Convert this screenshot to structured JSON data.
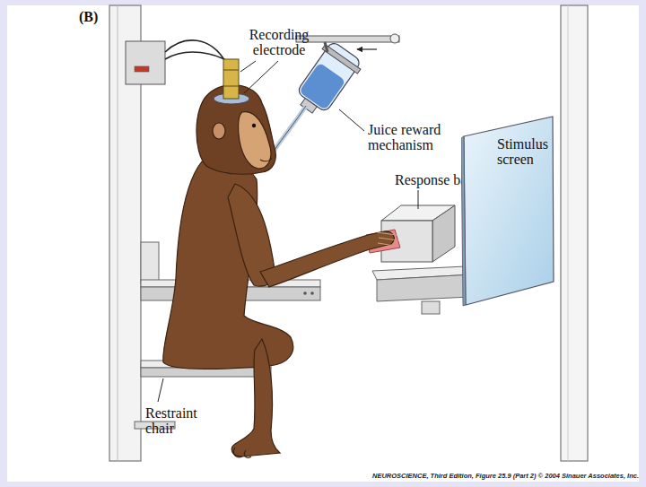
{
  "diagram": {
    "caption": "NEUROSCIENCE, Third Edition, Figure 25.9 (Part 2) © 2004 Sinauer Associates, Inc.",
    "nodes": [
      {
        "text": [
          "Stimulus screen"
        ]
      }
    ],
    "labels": [
      "(B)",
      "Recording electrode",
      "Juice reward mechanism",
      "Response bar",
      "Restraint chair"
    ]
  }
}
